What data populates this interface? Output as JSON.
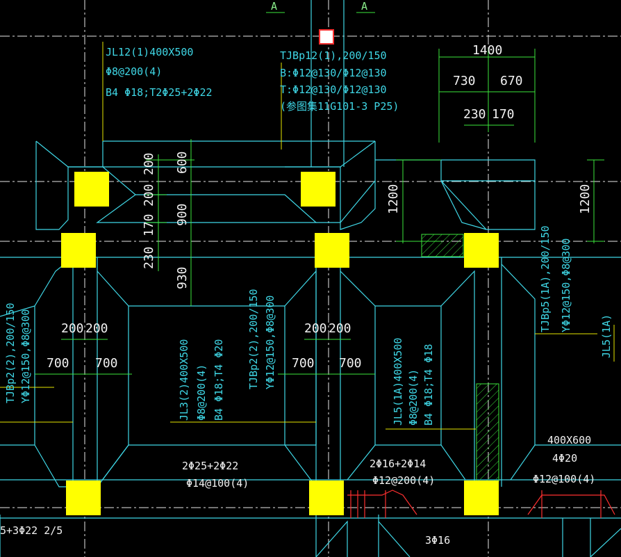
{
  "colors": {
    "background": "#000000",
    "cyan": "#3fd7e6",
    "yellow": "#ffff00",
    "green": "#3ce63c",
    "white": "#f2f2f2",
    "red": "#ff3030"
  },
  "section_marks": [
    "A",
    "A"
  ],
  "annotations": {
    "jl12": [
      "JL12(1)400X500",
      "Φ8@200(4)",
      "B4 Φ18;T2Φ25+2Φ22"
    ],
    "tjbp12": [
      "TJBp12(1),200/150",
      "B:Φ12@130/Φ12@130",
      "T:Φ12@130/Φ12@130",
      "(参图集11G101-3 P25)"
    ],
    "tjbp2_left": [
      "TJBp2(2),200/150",
      "YΦ12@150,Φ8@300"
    ],
    "tjbp2_mid": [
      "TJBp2(2),200/150",
      "YΦ12@150,Φ8@300"
    ],
    "jl3": [
      "JL3(2)400X500",
      "Φ8@200(4)",
      "B4 Φ18;T4 Φ20"
    ],
    "jl5": [
      "JL5(1A)400X500",
      "Φ8@200(4)",
      "B4 Φ18;T4 Φ18"
    ],
    "tjbp5": [
      "TJBp5(1A),200/150",
      "YΦ12@150,Φ8@300"
    ],
    "jl5_edge": "JL5(1A)",
    "rebar_mid": [
      "2Φ25+2Φ22",
      "Φ14@100(4)"
    ],
    "rebar_right": [
      "2Φ16+2Φ14",
      "Φ12@200(4)"
    ],
    "rebar_far": [
      "400X600",
      "4Φ20",
      "Φ12@100(4)"
    ],
    "bottom_left": "5+3Φ22 2/5",
    "bottom_mid": "3Φ16"
  },
  "dimensions": {
    "top_total": "1400",
    "top_split": [
      "730",
      "670"
    ],
    "top_sub": [
      "230",
      "170"
    ],
    "vert_left_upper": [
      "600",
      "200",
      "200"
    ],
    "vert_left_mid": [
      "900",
      "170",
      "230"
    ],
    "vert_left_lower": "930",
    "vert_right": [
      "1200",
      "1200"
    ],
    "horiz_left": [
      "200",
      "200",
      "700",
      "700"
    ],
    "horiz_mid": [
      "200",
      "200",
      "700",
      "700"
    ]
  }
}
